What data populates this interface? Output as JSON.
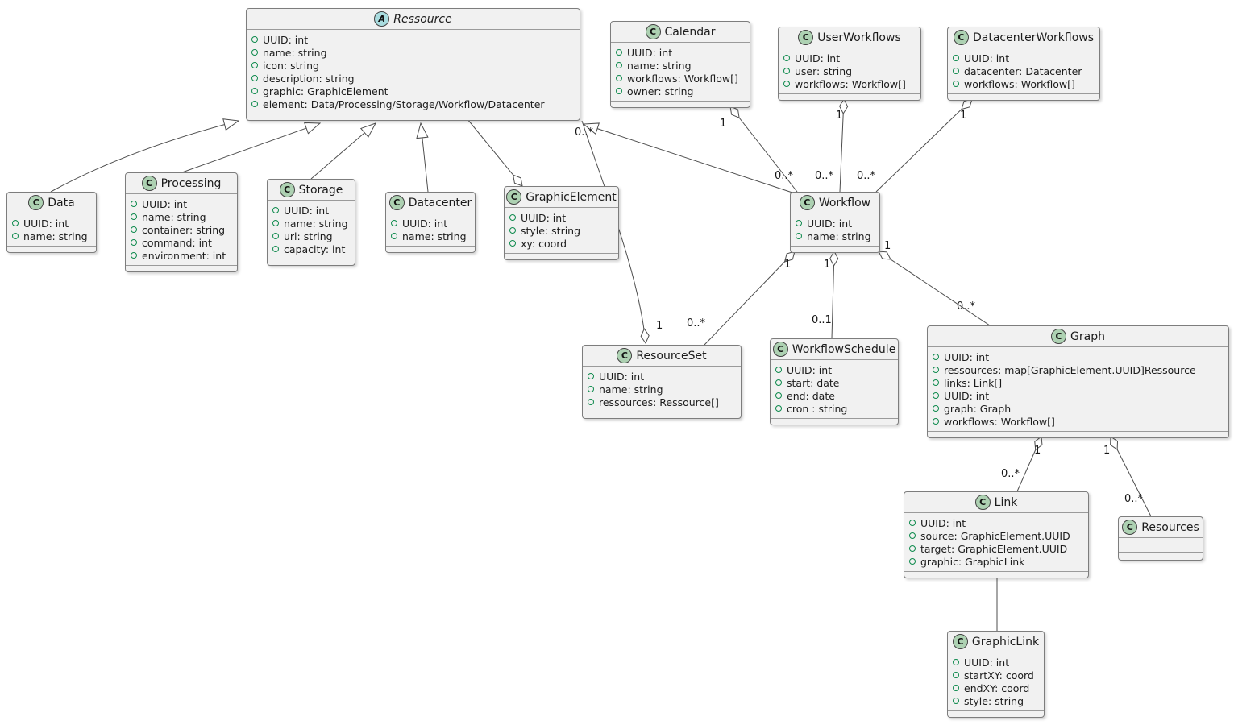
{
  "classes": [
    {
      "kind": "A",
      "name": "Ressource",
      "attrs": [
        "UUID: int",
        "name: string",
        "icon: string",
        "description: string",
        "graphic: GraphicElement",
        "element: Data/Processing/Storage/Workflow/Datacenter"
      ]
    },
    {
      "kind": "C",
      "name": "Calendar",
      "attrs": [
        "UUID: int",
        "name: string",
        "workflows: Workflow[]",
        "owner: string"
      ]
    },
    {
      "kind": "C",
      "name": "UserWorkflows",
      "attrs": [
        "UUID: int",
        "user: string",
        "workflows: Workflow[]"
      ]
    },
    {
      "kind": "C",
      "name": "DatacenterWorkflows",
      "attrs": [
        "UUID: int",
        "datacenter: Datacenter",
        "workflows: Workflow[]"
      ]
    },
    {
      "kind": "C",
      "name": "Data",
      "attrs": [
        "UUID: int",
        "name: string"
      ]
    },
    {
      "kind": "C",
      "name": "Processing",
      "attrs": [
        "UUID: int",
        "name: string",
        "container: string",
        "command: int",
        "environment: int"
      ]
    },
    {
      "kind": "C",
      "name": "Storage",
      "attrs": [
        "UUID: int",
        "name: string",
        "url: string",
        "capacity: int"
      ]
    },
    {
      "kind": "C",
      "name": "Datacenter",
      "attrs": [
        "UUID: int",
        "name: string"
      ]
    },
    {
      "kind": "C",
      "name": "GraphicElement",
      "attrs": [
        "UUID: int",
        "style: string",
        "xy: coord"
      ]
    },
    {
      "kind": "C",
      "name": "Workflow",
      "attrs": [
        "UUID: int",
        "name: string"
      ]
    },
    {
      "kind": "C",
      "name": "ResourceSet",
      "attrs": [
        "UUID: int",
        "name: string",
        "ressources: Ressource[]"
      ]
    },
    {
      "kind": "C",
      "name": "WorkflowSchedule",
      "attrs": [
        "UUID: int",
        "start: date",
        "end: date",
        "cron : string"
      ]
    },
    {
      "kind": "C",
      "name": "Graph",
      "attrs": [
        "UUID: int",
        "ressources: map[GraphicElement.UUID]Ressource",
        "links: Link[]",
        "UUID: int",
        "graph: Graph",
        "workflows: Workflow[]"
      ]
    },
    {
      "kind": "C",
      "name": "Link",
      "attrs": [
        "UUID: int",
        "source: GraphicElement.UUID",
        "target: GraphicElement.UUID",
        "graphic: GraphicLink"
      ]
    },
    {
      "kind": "C",
      "name": "Resources",
      "attrs": []
    },
    {
      "kind": "C",
      "name": "GraphicLink",
      "attrs": [
        "UUID: int",
        "startXY: coord",
        "endXY: coord",
        "style: string"
      ]
    }
  ],
  "edge_labels": [
    "1",
    "0..*",
    "1",
    "0..*",
    "1",
    "0..*",
    "0..*",
    "1",
    "1",
    "0..*",
    "1",
    "0..1",
    "1",
    "0..*",
    "1",
    "0..*",
    "1",
    "0..*"
  ],
  "colors": {
    "class_fill": "#f1f1f1",
    "class_border": "#7d7d7d",
    "abstract_icon_fill": "#a9dcdf",
    "class_icon_fill": "#add1b2",
    "field_marker": "#0e8a4d",
    "edge_line": "#4d4d4d"
  }
}
